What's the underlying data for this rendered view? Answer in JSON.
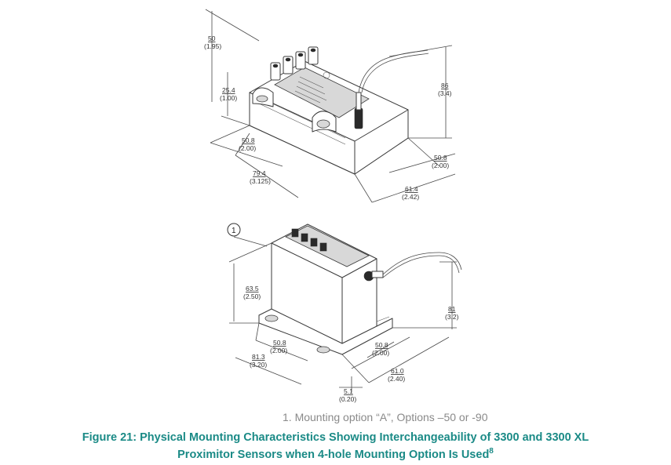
{
  "top_view": {
    "dims": [
      {
        "mm": "50",
        "in": "(1.95)"
      },
      {
        "mm": "25.4",
        "in": "(1.00)"
      },
      {
        "mm": "50.8",
        "in": "(2.00)"
      },
      {
        "mm": "79.4",
        "in": "(3.125)"
      },
      {
        "mm": "86",
        "in": "(3.4)"
      },
      {
        "mm": "50.8",
        "in": "(2.00)"
      },
      {
        "mm": "61.4",
        "in": "(2.42)"
      }
    ]
  },
  "bottom_view": {
    "callout": "1",
    "dims": [
      {
        "mm": "63.5",
        "in": "(2.50)"
      },
      {
        "mm": "50.8",
        "in": "(2.00)"
      },
      {
        "mm": "81.3",
        "in": "(3.20)"
      },
      {
        "mm": "50.8",
        "in": "(2.00)"
      },
      {
        "mm": "61.0",
        "in": "(2.40)"
      },
      {
        "mm": "5.1",
        "in": "(0.20)"
      },
      {
        "mm": "81",
        "in": "(3.2)"
      }
    ]
  },
  "footnote": "1.  Mounting option “A”, Options –50 or -90",
  "caption": {
    "line1": "Figure 21:  Physical Mounting Characteristics Showing Interchangeability of 3300 and 3300 XL",
    "line2": "Proximitor Sensors when 4-hole Mounting Option Is Used",
    "sup": "8"
  }
}
